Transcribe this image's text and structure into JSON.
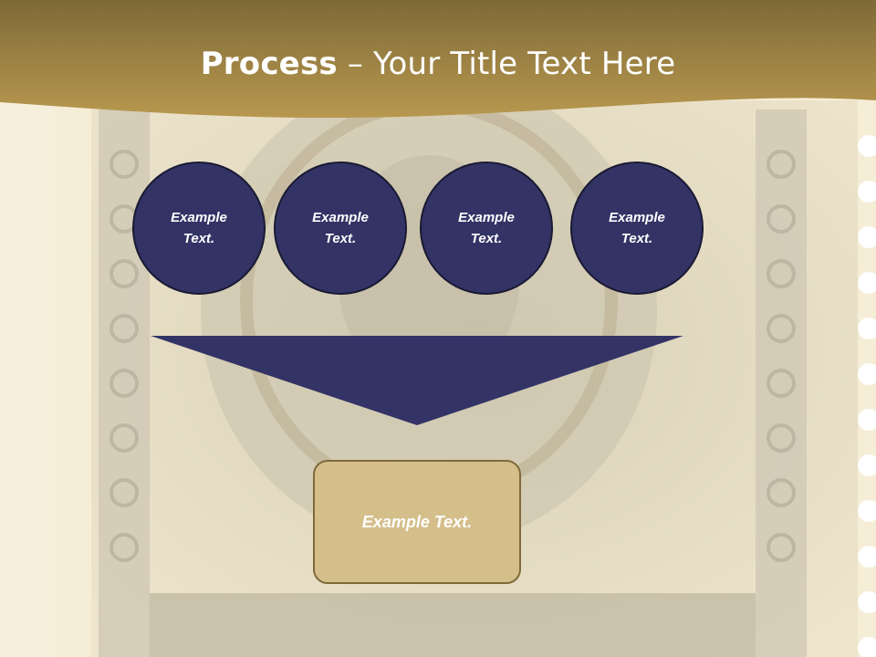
{
  "slide": {
    "title_bold": "Process",
    "title_rest": " – Your Title Text Here"
  },
  "steps": [
    {
      "label": "Example Text."
    },
    {
      "label": "Example Text."
    },
    {
      "label": "Example Text."
    },
    {
      "label": "Example Text."
    }
  ],
  "result": {
    "label": "Example Text."
  },
  "colors": {
    "header": "#a88a47",
    "circle_fill": "#333366",
    "result_fill": "#d4be8a",
    "background": "#f3ead3"
  }
}
